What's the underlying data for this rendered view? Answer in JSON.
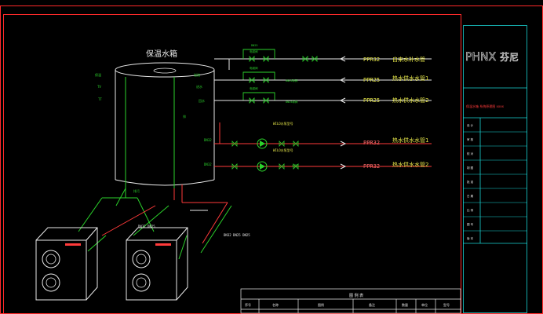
{
  "colors": {
    "frame": "#ff2a2a",
    "green": "#2bd22b",
    "yellow": "#e8e84a",
    "white": "#e8e8e8",
    "red": "#ff3a3a",
    "cyan": "#19d3d3",
    "magenta": "#d040d0",
    "lightblue": "#7fd8ff"
  },
  "diagram": {
    "tank_label": "保温水箱",
    "pipe_specs": [
      "PPR32",
      "PPR25",
      "PPR25",
      "PPR32",
      "PPR32"
    ],
    "pipe_names": [
      "自来水补水管",
      "热水供水水管1",
      "热水供水水管2",
      "热水供水水管1",
      "热水供水水管2"
    ],
    "pump_note_1": "WILO水泵型号",
    "pump_note_2": "WILO水泵型号",
    "branch_note_1": "DN32 DN25",
    "branch_note_2": "DN32 DN25 DN25"
  },
  "title_block": {
    "logo": "PHNX",
    "logo_suffix": "芬尼",
    "project_line": "保温水箱 系统原理图 xxxx",
    "fields": [
      "设 计",
      "审 核",
      "校 对",
      "制 图",
      "批 准",
      "日 期",
      "比 例",
      "图 号",
      "版 本"
    ]
  },
  "legend_table": {
    "title": "图 例 表",
    "headers": [
      "序号",
      "名称",
      "图例",
      "备注",
      "数量",
      "单位",
      "型号"
    ]
  }
}
